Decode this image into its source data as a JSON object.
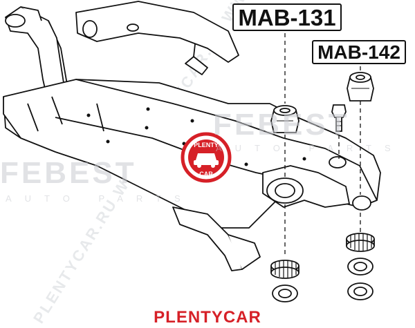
{
  "labels": {
    "mab131": "MAB-131",
    "mab142": "MAB-142"
  },
  "watermarks": {
    "brand": "FEBEST",
    "sub": "AUTO PARTS",
    "diagonal": "PLENTYCAR.RU WWW.PLENTYCAR.RU WWW.PLENTYCAR.RU"
  },
  "stamp": {
    "top": "PLENTY",
    "bottom": "CAR"
  },
  "footer": {
    "brand": "PLENTYCAR"
  },
  "colors": {
    "line": "#111111",
    "brand_red": "#d62027",
    "watermark": "#c9ccd1"
  },
  "icons": [
    "car-icon"
  ]
}
